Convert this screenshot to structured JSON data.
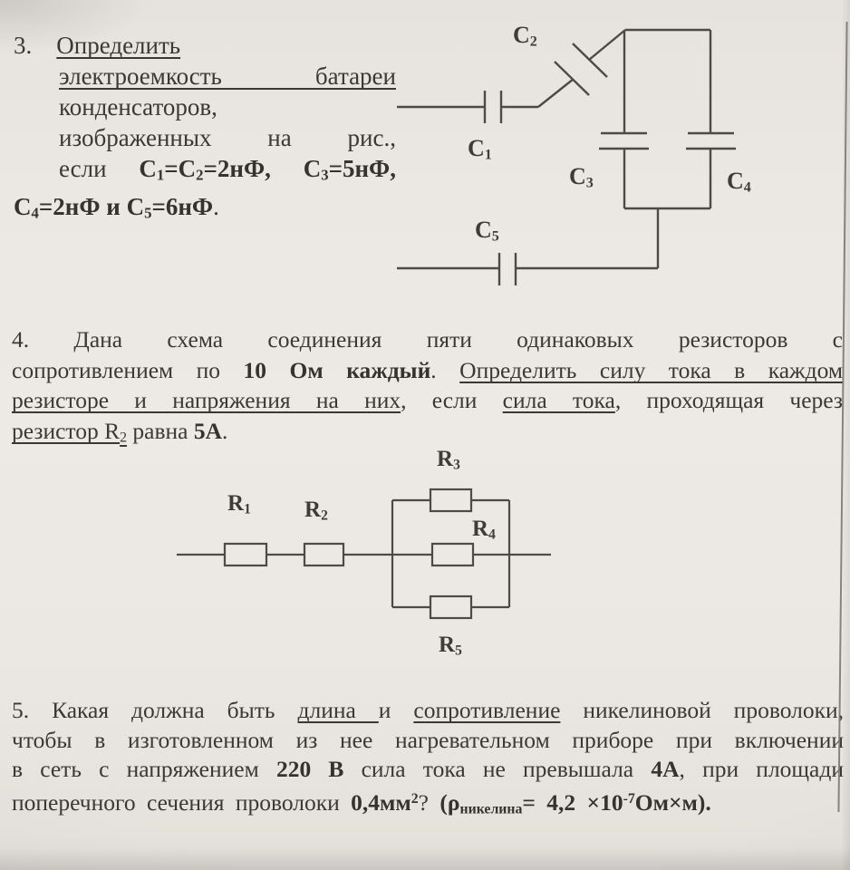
{
  "page": {
    "background_color": "#eae6e1",
    "ink_color": "#312e29",
    "edge_line_color": "#6e6a64"
  },
  "problems": {
    "p3": {
      "lines": [
        [
          {
            "t": "3."
          },
          {
            "t": "    "
          },
          {
            "t": "Определить",
            "u": true
          }
        ],
        [
          {
            "t": "электроемкость батареи",
            "u": true
          }
        ],
        [
          {
            "t": "конденсаторов,"
          }
        ],
        [
          {
            "t": "изображенных на рис.,"
          }
        ],
        [
          {
            "t": "если "
          },
          {
            "t": "С",
            "b": true
          },
          {
            "t": "1",
            "b": true,
            "sub": true
          },
          {
            "t": "=С",
            "b": true
          },
          {
            "t": "2",
            "b": true,
            "sub": true
          },
          {
            "t": "=2нФ, С",
            "b": true
          },
          {
            "t": "3",
            "b": true,
            "sub": true
          },
          {
            "t": "=5нФ,",
            "b": true
          }
        ],
        [
          {
            "t": "С",
            "b": true
          },
          {
            "t": "4",
            "b": true,
            "sub": true
          },
          {
            "t": "=2нФ и С",
            "b": true
          },
          {
            "t": "5",
            "b": true,
            "sub": true
          },
          {
            "t": "=6нФ",
            "b": true
          },
          {
            "t": "."
          }
        ]
      ]
    },
    "p4": {
      "lines": [
        [
          {
            "t": "4. Дана схема соединения пяти одинаковых резисторов с"
          }
        ],
        [
          {
            "t": "сопротивлением по "
          },
          {
            "t": "10 Ом каждый",
            "b": true
          },
          {
            "t": ". "
          },
          {
            "t": "Определить силу тока в каждом",
            "u": true
          }
        ],
        [
          {
            "t": "резисторе и напряжения на них",
            "u": true
          },
          {
            "t": ", если "
          },
          {
            "t": "сила тока",
            "u": true
          },
          {
            "t": ", проходящая через"
          }
        ],
        [
          {
            "t": "резистор R",
            "u": true
          },
          {
            "t": "2",
            "u": true,
            "sub": true
          },
          {
            "t": " равна "
          },
          {
            "t": "5А",
            "b": true
          },
          {
            "t": "."
          }
        ]
      ]
    },
    "p5": {
      "lines": [
        [
          {
            "t": "5. Какая должна быть "
          },
          {
            "t": "длина ",
            "u": true
          },
          {
            "t": "и "
          },
          {
            "t": "сопротивление",
            "u": true
          },
          {
            "t": " никелиновой проволоки,"
          }
        ],
        [
          {
            "t": "чтобы в изготовленном из нее нагревательном приборе при включении"
          }
        ],
        [
          {
            "t": "в сеть с напряжением "
          },
          {
            "t": "220 В",
            "b": true
          },
          {
            "t": " сила тока не превышала "
          },
          {
            "t": "4А",
            "b": true
          },
          {
            "t": ", при площади"
          }
        ],
        [
          {
            "t": "поперечного сечения проволоки "
          },
          {
            "t": "0,4мм",
            "b": true
          },
          {
            "t": "2",
            "b": true,
            "sup": true
          },
          {
            "t": "? "
          },
          {
            "t": "(ρ",
            "b": true
          },
          {
            "t": "никелина",
            "b": true,
            "sub": true
          },
          {
            "t": "= 4,2 ×10",
            "b": true
          },
          {
            "t": "-7",
            "b": true,
            "sup": true
          },
          {
            "t": "Ом×м",
            "b": true
          },
          {
            "t": ").",
            "b": true
          }
        ]
      ]
    }
  },
  "cap_circuit": {
    "labels": {
      "c1": [
        {
          "t": "C"
        },
        {
          "t": "1",
          "sub": true
        }
      ],
      "c2": [
        {
          "t": "C"
        },
        {
          "t": "2",
          "sub": true
        }
      ],
      "c3": [
        {
          "t": "C"
        },
        {
          "t": "3",
          "sub": true
        }
      ],
      "c4": [
        {
          "t": "C"
        },
        {
          "t": "4",
          "sub": true
        }
      ],
      "c5": [
        {
          "t": "C"
        },
        {
          "t": "5",
          "sub": true
        }
      ]
    }
  },
  "res_circuit": {
    "labels": {
      "r1": [
        {
          "t": "R"
        },
        {
          "t": "1",
          "sub": true
        }
      ],
      "r2": [
        {
          "t": "R"
        },
        {
          "t": "2",
          "sub": true
        }
      ],
      "r3": [
        {
          "t": "R"
        },
        {
          "t": "3",
          "sub": true
        }
      ],
      "r4": [
        {
          "t": "R"
        },
        {
          "t": "4",
          "sub": true
        }
      ],
      "r5": [
        {
          "t": "R"
        },
        {
          "t": "5",
          "sub": true
        }
      ]
    }
  }
}
